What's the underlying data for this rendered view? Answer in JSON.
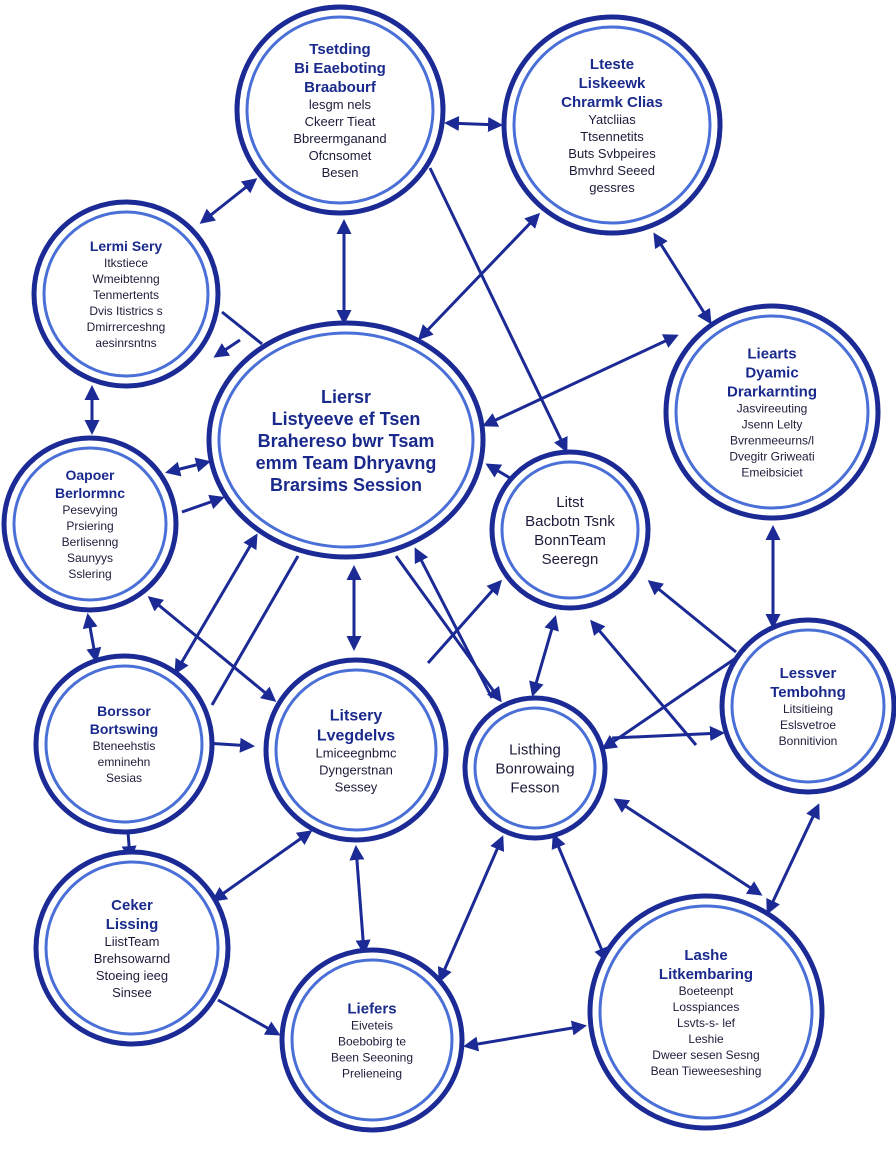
{
  "colors": {
    "outer": "#1b2a94",
    "inner": "#4a70d8",
    "title": "#1a2a8c",
    "body": "#1c1c3a",
    "background": "#ffffff"
  },
  "nodes": [
    {
      "id": "n1",
      "title": [
        "Tsetding",
        "Bi Eaeboting",
        "Braabourf"
      ],
      "body": [
        "lesgm nels",
        "Ckeerr Tieat",
        "Bbreermganand",
        "Ofcnsomet",
        "Besen"
      ]
    },
    {
      "id": "n2",
      "title": [
        "Lteste",
        "Liskeewk",
        "Chrarmk Clias"
      ],
      "body": [
        "Yatcliias",
        "Ttsennetits",
        "Buts Svbpeires",
        "Bmvhrd Seeed",
        "gessres"
      ]
    },
    {
      "id": "n3",
      "title": [
        "Lermi Sery"
      ],
      "body": [
        "Itkstiece",
        "Wmeibtenng",
        "Tenmertents",
        "Dvis Itistrics s",
        "Dmirrerceshng",
        "aesinrsntns"
      ]
    },
    {
      "id": "n4",
      "title": [
        "Liersr",
        "Listyeeve ef Tsen",
        "Brahereso bwr Tsam",
        "emm Team Dhryavng",
        "Brarsims Session"
      ],
      "body": []
    },
    {
      "id": "n5",
      "title": [
        "Liearts",
        "Dyamic",
        "Drarkarnting"
      ],
      "body": [
        "Jasvireeuting",
        "Jsenn Lelty",
        "Bvrenmeeurns/l",
        "Dvegitr Griweati",
        "Emeibsiciet"
      ]
    },
    {
      "id": "n6",
      "title": [
        "Oapoer",
        "Berlormnc"
      ],
      "body": [
        "Pesevying",
        "Prsiering",
        "Berlisenng",
        "Saunyys",
        "Sslering"
      ]
    },
    {
      "id": "n7",
      "title": [],
      "body": [
        "Litst",
        "Bacbotn Tsnk",
        "BonnTeam",
        "Seeregn"
      ]
    },
    {
      "id": "n8",
      "title": [
        "Lessver",
        "Tembohng"
      ],
      "body": [
        "Litsitieing",
        "Eslsvetroe",
        "Bonnitivion"
      ]
    },
    {
      "id": "n9",
      "title": [
        "Borssor",
        "Bortswing"
      ],
      "body": [
        "Bteneehstis",
        "emninehn",
        "Sesias"
      ]
    },
    {
      "id": "n10",
      "title": [
        "Litsery",
        "Lvegdelvs"
      ],
      "body": [
        "Lmiceegnbmc",
        "Dyngerstnan",
        "Sessey"
      ]
    },
    {
      "id": "n11",
      "title": [],
      "body": [
        "Listhing",
        "Bonrowaing",
        "Fesson"
      ]
    },
    {
      "id": "n12",
      "title": [
        "Ceker",
        "Lissing"
      ],
      "body": [
        "LiistTeam",
        "Brehsowarnd",
        "Stoeing ieeg",
        "Sinsee"
      ]
    },
    {
      "id": "n13",
      "title": [
        "Liefers"
      ],
      "body": [
        "Eiveteis",
        "Boebobirg te",
        "Been Seeoning",
        "Prelieneing"
      ]
    },
    {
      "id": "n14",
      "title": [
        "Lashe",
        "Litkembaring"
      ],
      "body": [
        "Boeteenpt",
        "Losspiances",
        "Lsvts-s- lef",
        "Leshie",
        "Dweer sesen Sesng",
        "Bean Tieweeseshing"
      ]
    }
  ]
}
